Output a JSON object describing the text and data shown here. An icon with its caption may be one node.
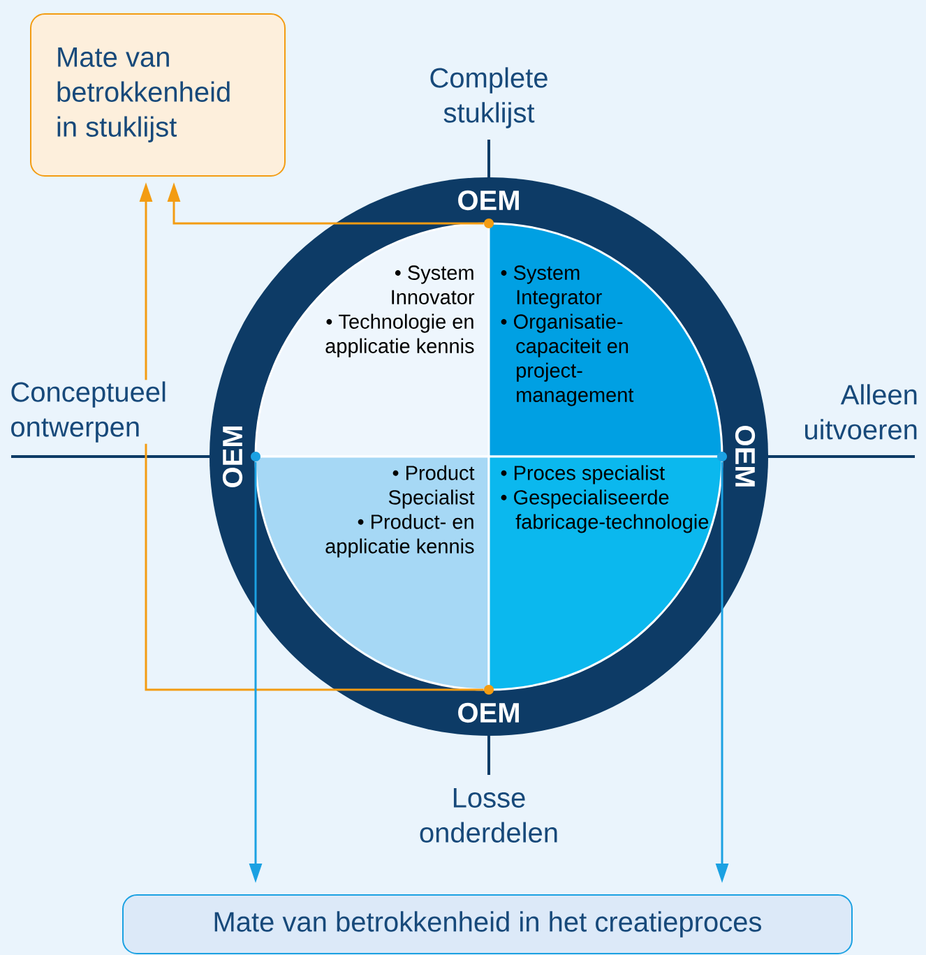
{
  "diagram": {
    "nodes": [
      {
        "text": [
          "Mate van betrokkenheid in stuklijst"
        ]
      },
      {
        "text": [
          "Mate van betrokkenheid in het creatieproces"
        ]
      },
      {
        "text": [
          "OEM",
          "OEM",
          "OEM",
          "OEM"
        ]
      },
      {
        "text": [
          "• System Innovator",
          "• Technologie en applicatie kennis"
        ],
        "in": 2
      },
      {
        "text": [
          "• System Integrator",
          "• Organisatie-capaciteit en project-management"
        ],
        "in": 2
      },
      {
        "text": [
          "• Product Specialist",
          "• Product- en applicatie kennis"
        ],
        "in": 2
      },
      {
        "text": [
          "• Proces specialist",
          "• Gespecialiseerde fabricage-technologie"
        ],
        "in": 2
      },
      {
        "text": [],
        "shape": "circle",
        "in": 2
      },
      {
        "text": [],
        "shape": "circle",
        "in": 2
      },
      {
        "text": [],
        "shape": "circle",
        "in": 2
      },
      {
        "text": [],
        "shape": "circle",
        "in": 2
      }
    ],
    "edges": [
      {
        "from": 7,
        "to": 0,
        "arrow": "to",
        "color": "#f39c12"
      },
      {
        "from": 8,
        "to": 0,
        "arrow": "to",
        "color": "#f39c12"
      },
      {
        "from": 9,
        "to": 1,
        "arrow": "to",
        "color": "#1ba1e2"
      },
      {
        "from": 10,
        "to": 1,
        "arrow": "to",
        "color": "#1ba1e2"
      }
    ],
    "labels": [
      "Complete stuklijst",
      "Conceptueel ontwerpen",
      "Alleen uitvoeren",
      "Losse onderdelen"
    ]
  }
}
